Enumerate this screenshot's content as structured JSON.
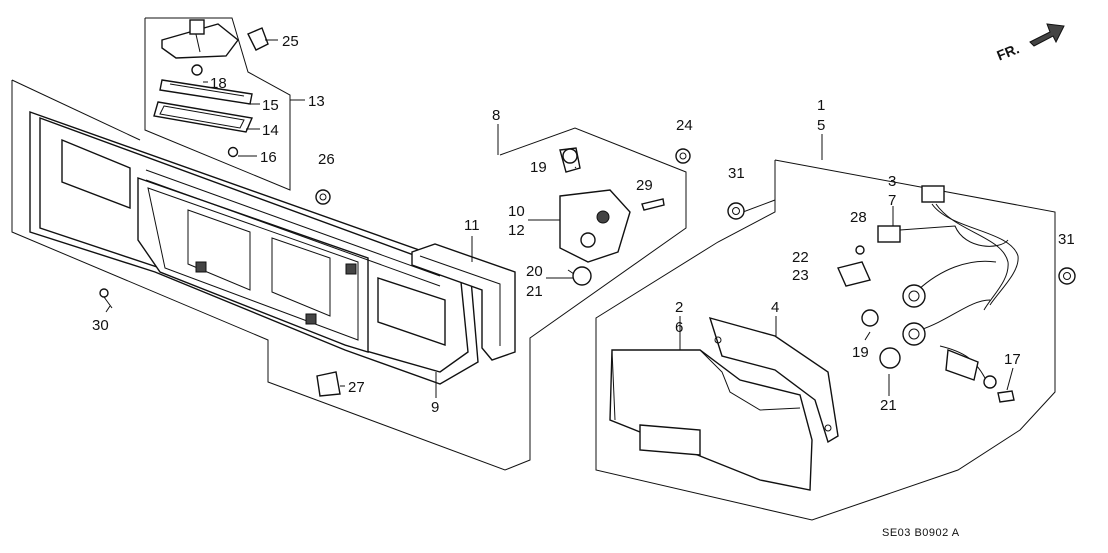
{
  "labels": {
    "p1": "1",
    "p2": "2",
    "p3": "3",
    "p4": "4",
    "p5": "5",
    "p6": "6",
    "p7": "7",
    "p8": "8",
    "p9": "9",
    "p10": "10",
    "p11": "11",
    "p12": "12",
    "p13": "13",
    "p14": "14",
    "p15": "15",
    "p16": "16",
    "p17": "17",
    "p18": "18",
    "p19a": "19",
    "p19b": "19",
    "p20": "20",
    "p21a": "21",
    "p21b": "21",
    "p22": "22",
    "p23": "23",
    "p24": "24",
    "p25": "25",
    "p26": "26",
    "p27": "27",
    "p28": "28",
    "p29": "29",
    "p30": "30",
    "p31a": "31",
    "p31b": "31"
  },
  "direction_arrow": "FR.",
  "diagram_code": "SE03  B0902  A"
}
